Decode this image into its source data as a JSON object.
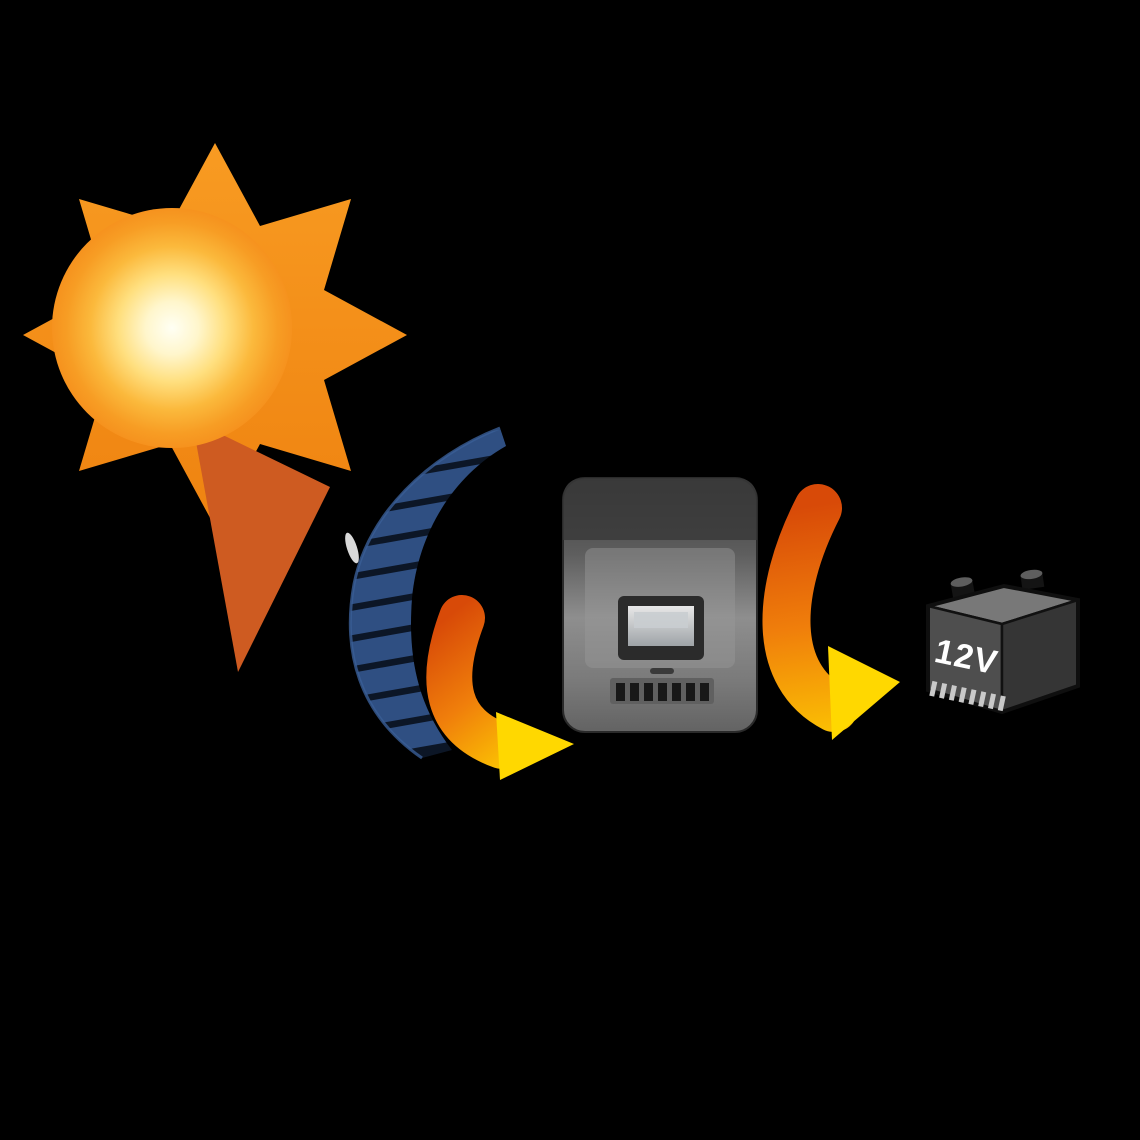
{
  "scene": {
    "background_color": "#000000",
    "battery": {
      "label": "12V",
      "label_color": "#FFFFFF"
    },
    "elements": [
      {
        "name": "sun-icon",
        "description": "stylized sun with orange rays"
      },
      {
        "name": "sun-ray-dark-icon",
        "description": "dark orange ray pointing toward solar panel"
      },
      {
        "name": "flexible-solar-panel-icon",
        "description": "curved flexible solar panel with cell rows"
      },
      {
        "name": "flow-arrow-panel-to-controller",
        "description": "orange-yellow gradient flow arrow"
      },
      {
        "name": "charge-controller-icon",
        "description": "grey solar charge controller with display and terminals"
      },
      {
        "name": "flow-arrow-controller-to-battery",
        "description": "orange-yellow gradient flow arrow"
      },
      {
        "name": "battery-icon",
        "description": "12V battery with terminals",
        "label": "12V"
      }
    ],
    "flow": [
      "sun -> flexible-solar-panel",
      "flexible-solar-panel -> charge-controller",
      "charge-controller -> battery"
    ],
    "colors": {
      "sun_core": "#FFFFF4",
      "sun_glow": "#FFDF7E",
      "sun_rays": "#F6921E",
      "sun_ray_dark": "#CE5B21",
      "panel_base": "#0C1626",
      "panel_cells": "#2F4F82",
      "arrow_start": "#D84A08",
      "arrow_mid": "#F07F0B",
      "arrow_end": "#FFD800",
      "controller_body": "#8E8E8E",
      "controller_screen": "#E8E8E8",
      "battery_top": "#787878",
      "battery_front": "#4E4E4E",
      "battery_side": "#353535",
      "battery_label": "#FFFFFF"
    }
  }
}
